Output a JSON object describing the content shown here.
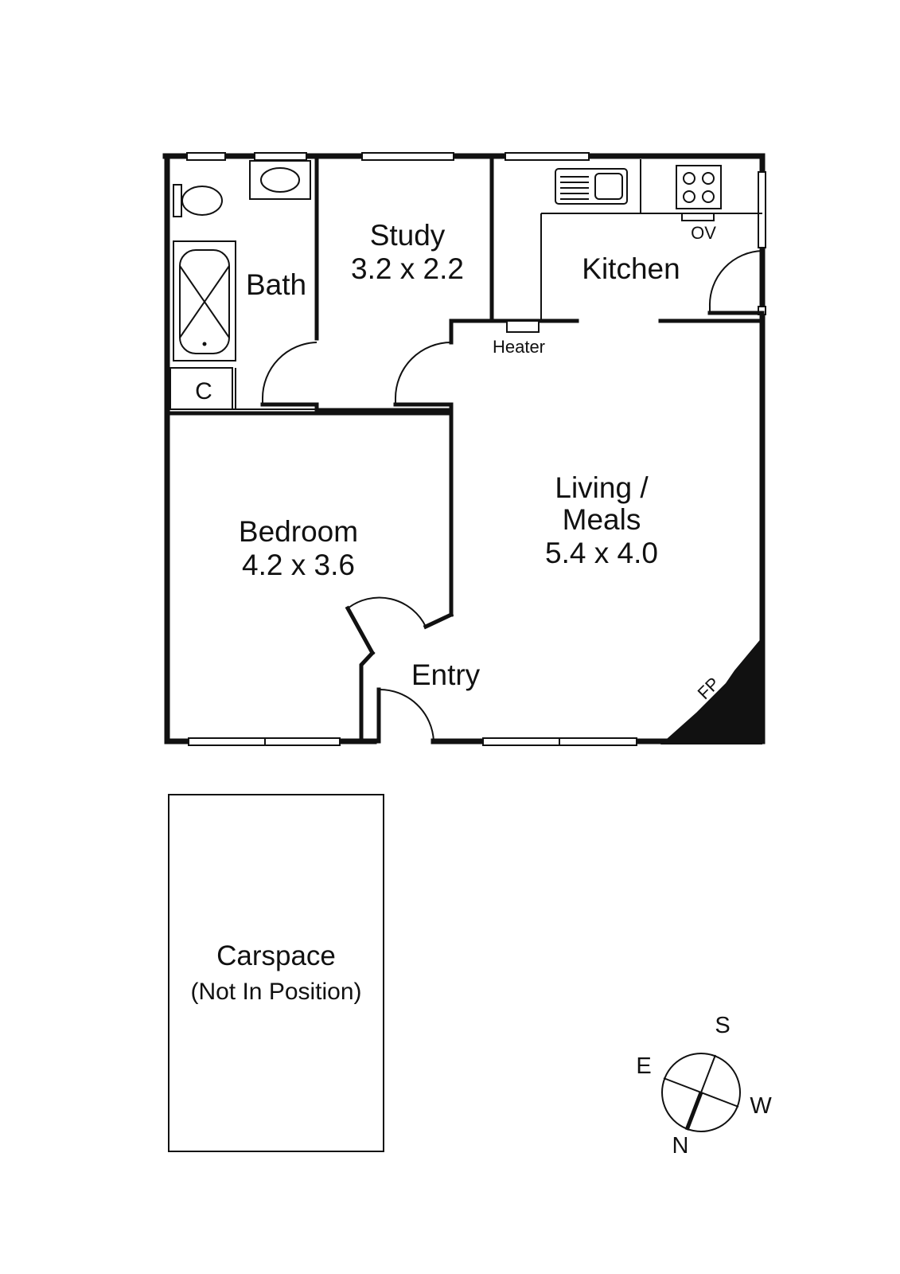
{
  "rooms": {
    "bath": {
      "name": "Bath"
    },
    "study": {
      "name": "Study",
      "dims": "3.2 x 2.2"
    },
    "kitchen": {
      "name": "Kitchen"
    },
    "bedroom": {
      "name": "Bedroom",
      "dims": "4.2 x 3.6"
    },
    "living": {
      "name_line1": "Living /",
      "name_line2": "Meals",
      "dims": "5.4 x 4.0"
    },
    "entry": {
      "name": "Entry"
    },
    "cupboard": {
      "name": "C"
    },
    "carspace": {
      "name": "Carspace",
      "note": "(Not In Position)"
    }
  },
  "fixtures": {
    "heater": "Heater",
    "oven": "OV",
    "fireplace": "FP"
  },
  "compass": {
    "north": "N",
    "south": "S",
    "east": "E",
    "west": "W"
  }
}
